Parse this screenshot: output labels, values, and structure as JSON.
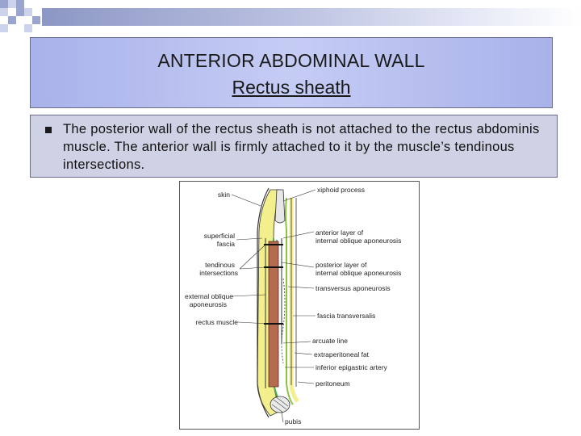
{
  "slide": {
    "title_line1": "ANTERIOR ABDOMINAL WALL",
    "title_line2": "Rectus sheath",
    "bullet_text": "The posterior wall of the rectus sheath is not attached to the rectus abdominis muscle. The anterior wall is firmly attached to it by the muscle’s tendinous intersections."
  },
  "figure": {
    "labels_left": {
      "skin": "skin",
      "superficial_1": "superficial",
      "superficial_2": "fascia",
      "tendinous_1": "tendinous",
      "tendinous_2": "intersections",
      "external_1": "external oblique",
      "external_2": "aponeurosis",
      "rectus": "rectus muscle"
    },
    "labels_right": {
      "xiphoid": "xiphoid process",
      "anterior_1": "anterior layer of",
      "anterior_2": "internal oblique aponeurosis",
      "posterior_1": "posterior layer of",
      "posterior_2": "internal oblique aponeurosis",
      "transversus": "transversus aponeurosis",
      "fascia": "fascia transversalis",
      "arcuate": "arcuate line",
      "extraperitoneal": "extraperitoneal fat",
      "epigastric": "inferior epigastric artery",
      "peritoneum": "peritoneum",
      "pubis": "pubis"
    }
  },
  "colors": {
    "title_bg": "#b4bcf0",
    "bullet_bg": "#cfd1e4",
    "accent": "#9aa5cf",
    "muscle": "#b56b4f",
    "fat": "#f2ef8c",
    "fascia_green": "#4caf50"
  }
}
